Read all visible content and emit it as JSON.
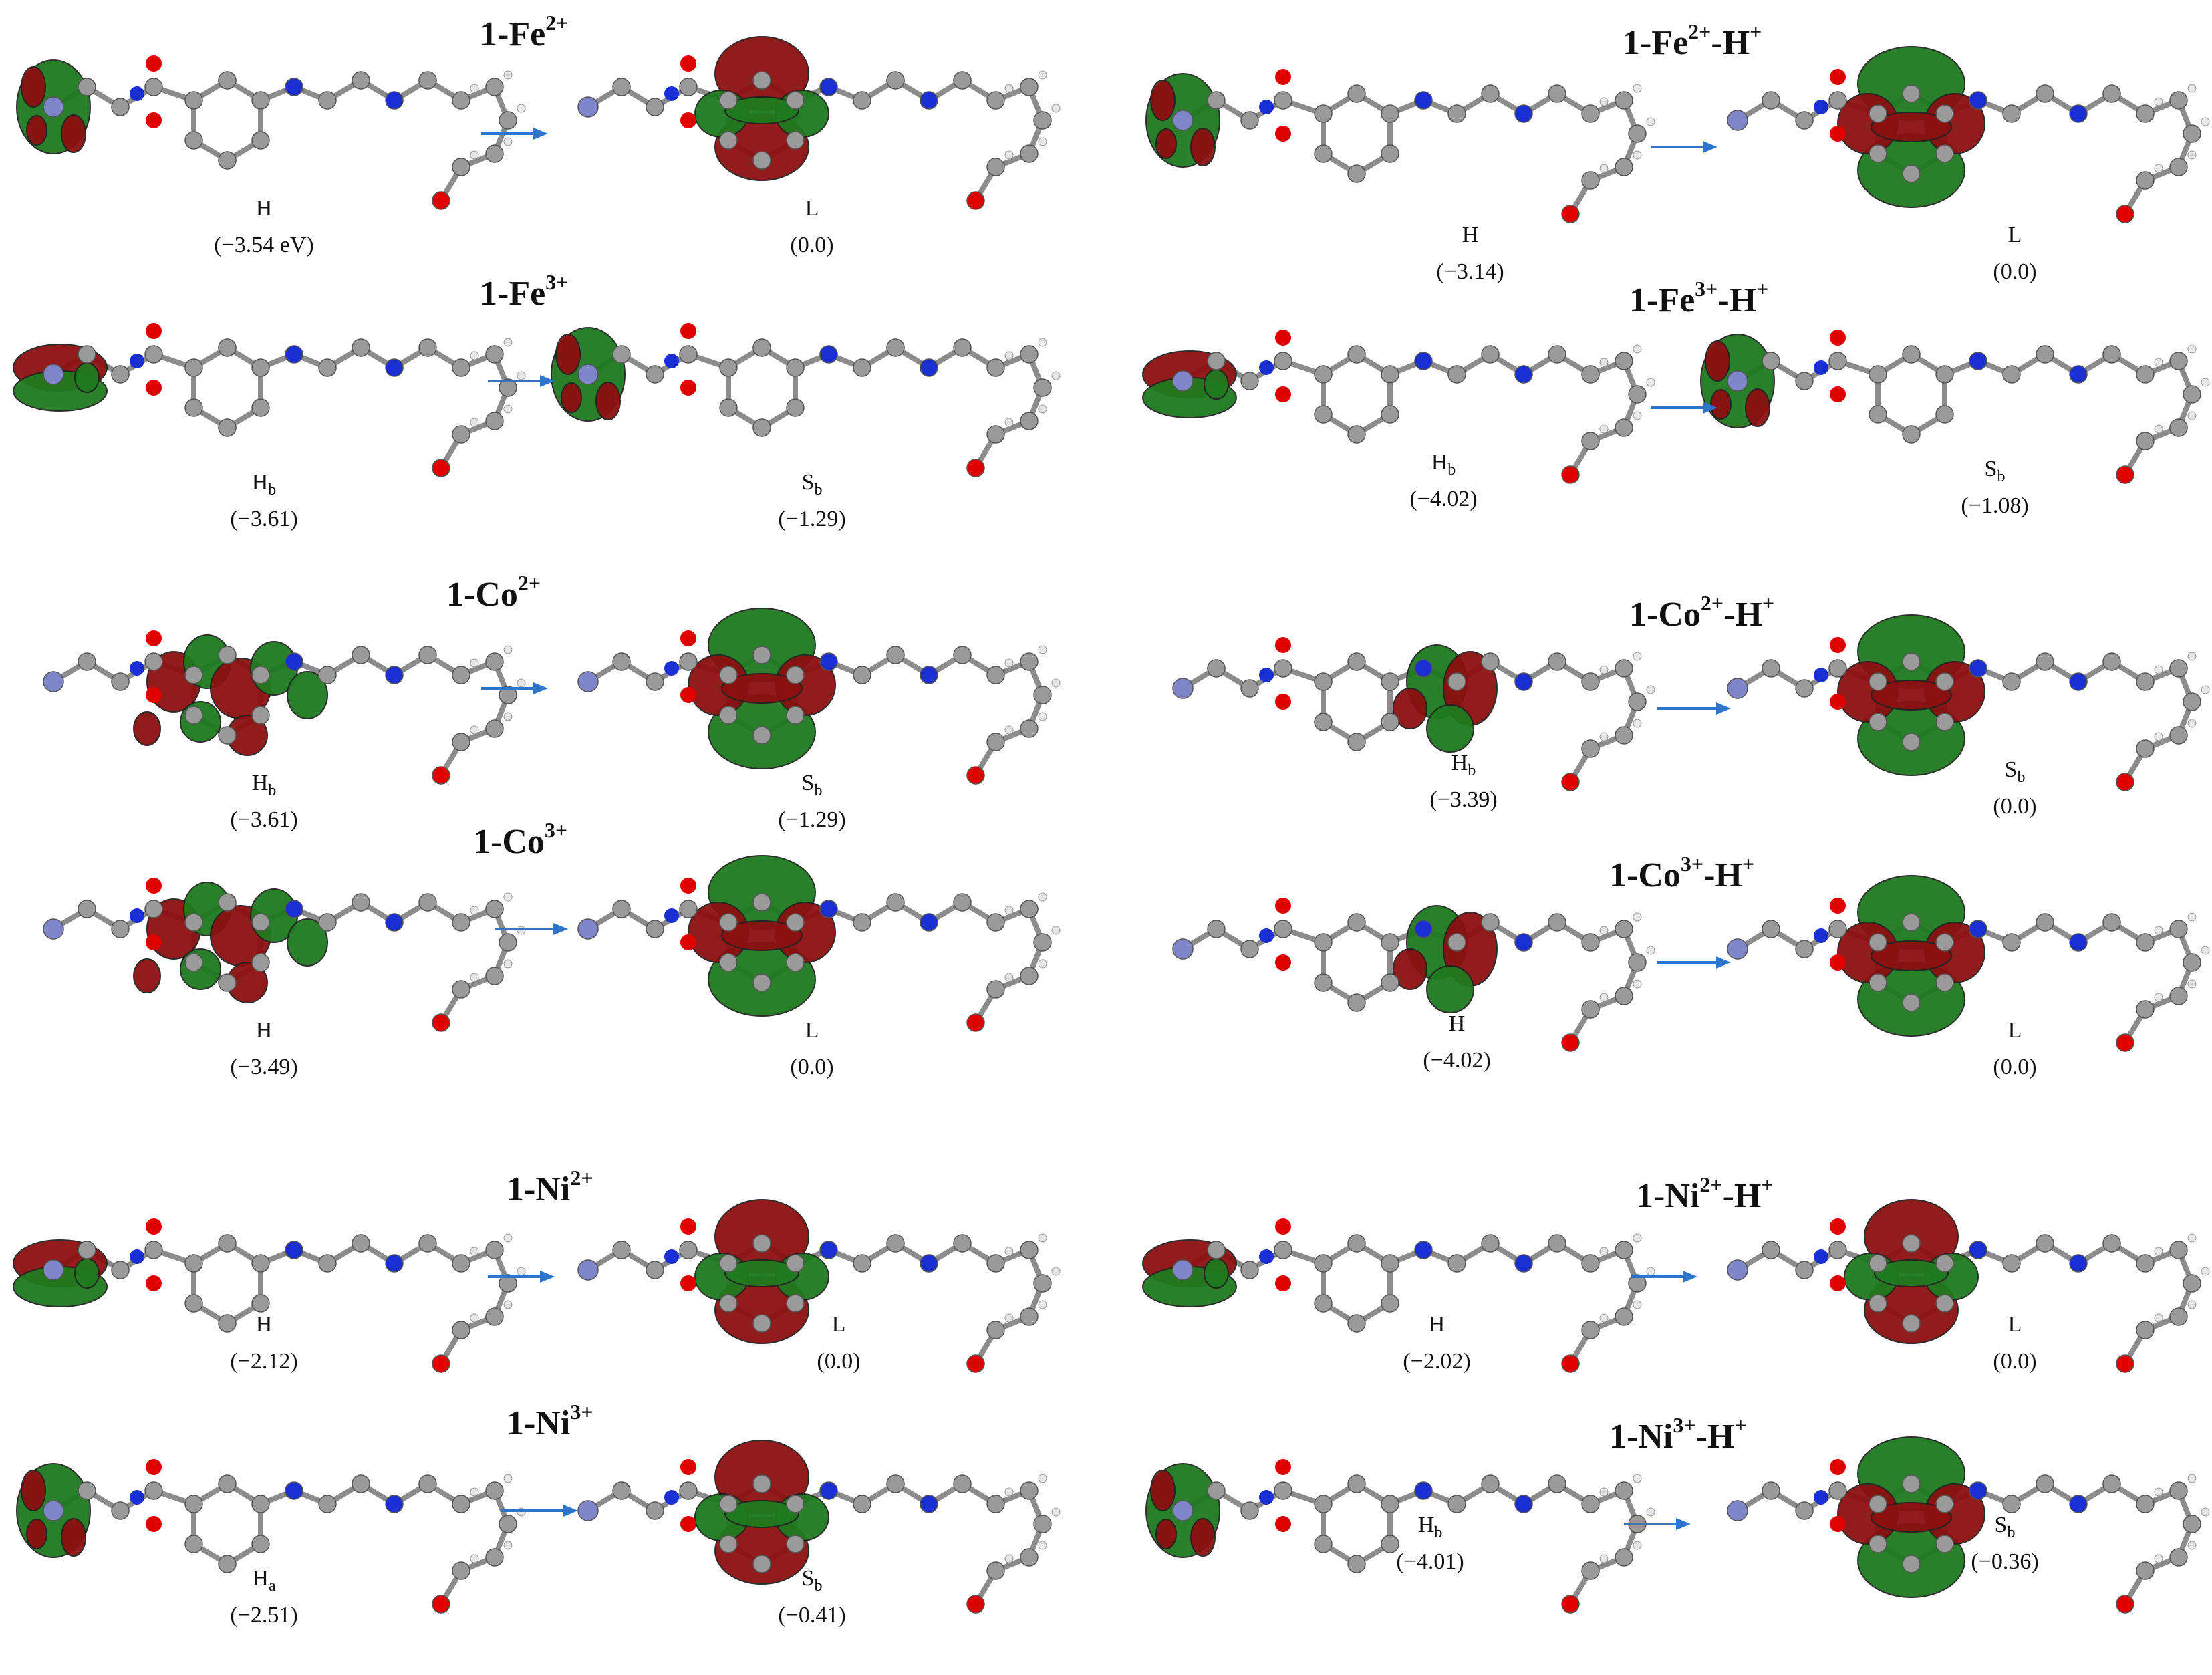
{
  "colors": {
    "lobe_positive": "#1f7a1f",
    "lobe_negative": "#8b1010",
    "arrow": "#2e75c9",
    "atom_carbon": "#9a9a9a",
    "atom_hydrogen": "#e6e6e6",
    "atom_nitrogen": "#1a2fd1",
    "atom_oxygen": "#e00000",
    "metal_center": "#7f86c9"
  },
  "panels": [
    {
      "id": "fe2",
      "title": {
        "prefix": "1-",
        "metal": "Fe",
        "charge": "2+",
        "suffix": ""
      },
      "homo": {
        "label": "H",
        "sub": "",
        "energy": "(−3.54  eV)"
      },
      "lumo": {
        "label": "L",
        "sub": "",
        "energy": "(0.0)"
      }
    },
    {
      "id": "fe3",
      "title": {
        "prefix": "1-",
        "metal": "Fe",
        "charge": "3+",
        "suffix": ""
      },
      "homo": {
        "label": "H",
        "sub": "b",
        "energy": "(−3.61)"
      },
      "lumo": {
        "label": "S",
        "sub": "b",
        "energy": "(−1.29)"
      }
    },
    {
      "id": "co2",
      "title": {
        "prefix": "1-",
        "metal": "Co",
        "charge": "2+",
        "suffix": ""
      },
      "homo": {
        "label": "H",
        "sub": "b",
        "energy": "(−3.61)"
      },
      "lumo": {
        "label": "S",
        "sub": "b",
        "energy": "(−1.29)"
      }
    },
    {
      "id": "co3",
      "title": {
        "prefix": "1-",
        "metal": "Co",
        "charge": "3+",
        "suffix": ""
      },
      "homo": {
        "label": "H",
        "sub": "",
        "energy": "(−3.49)"
      },
      "lumo": {
        "label": "L",
        "sub": "",
        "energy": "(0.0)"
      }
    },
    {
      "id": "ni2",
      "title": {
        "prefix": "1-",
        "metal": "Ni",
        "charge": "2+",
        "suffix": ""
      },
      "homo": {
        "label": "H",
        "sub": "",
        "energy": "(−2.12)"
      },
      "lumo": {
        "label": "L",
        "sub": "",
        "energy": "(0.0)"
      }
    },
    {
      "id": "ni3",
      "title": {
        "prefix": "1-",
        "metal": "Ni",
        "charge": "3+",
        "suffix": ""
      },
      "homo": {
        "label": "H",
        "sub": "a",
        "energy": "(−2.51)"
      },
      "lumo": {
        "label": "S",
        "sub": "b",
        "energy": "(−0.41)"
      }
    },
    {
      "id": "fe2h",
      "title": {
        "prefix": "1-",
        "metal": "Fe",
        "charge": "2+",
        "suffix": "-H+"
      },
      "homo": {
        "label": "H",
        "sub": "",
        "energy": "(−3.14)"
      },
      "lumo": {
        "label": "L",
        "sub": "",
        "energy": "(0.0)"
      }
    },
    {
      "id": "fe3h",
      "title": {
        "prefix": "1-",
        "metal": "Fe",
        "charge": "3+",
        "suffix": "-H+"
      },
      "homo": {
        "label": "H",
        "sub": "b",
        "energy": "(−4.02)"
      },
      "lumo": {
        "label": "S",
        "sub": "b",
        "energy": "(−1.08)"
      }
    },
    {
      "id": "co2h",
      "title": {
        "prefix": "1-",
        "metal": "Co",
        "charge": "2+",
        "suffix": "-H+"
      },
      "homo": {
        "label": "H",
        "sub": "b",
        "energy": "(−3.39)"
      },
      "lumo": {
        "label": "S",
        "sub": "b",
        "energy": "(0.0)"
      }
    },
    {
      "id": "co3h",
      "title": {
        "prefix": "1-",
        "metal": "Co",
        "charge": "3+",
        "suffix": "-H+"
      },
      "homo": {
        "label": "H",
        "sub": "",
        "energy": "(−4.02)"
      },
      "lumo": {
        "label": "L",
        "sub": "",
        "energy": "(0.0)"
      }
    },
    {
      "id": "ni2h",
      "title": {
        "prefix": "1-",
        "metal": "Ni",
        "charge": "2+",
        "suffix": "-H+"
      },
      "homo": {
        "label": "H",
        "sub": "",
        "energy": "(−2.02)"
      },
      "lumo": {
        "label": "L",
        "sub": "",
        "energy": "(0.0)"
      }
    },
    {
      "id": "ni3h",
      "title": {
        "prefix": "1-",
        "metal": "Ni",
        "charge": "3+",
        "suffix": "-H+"
      },
      "homo": {
        "label": "H",
        "sub": "b",
        "energy": "(−4.01)"
      },
      "lumo": {
        "label": "S",
        "sub": "b",
        "energy": "(−0.36)"
      }
    }
  ]
}
